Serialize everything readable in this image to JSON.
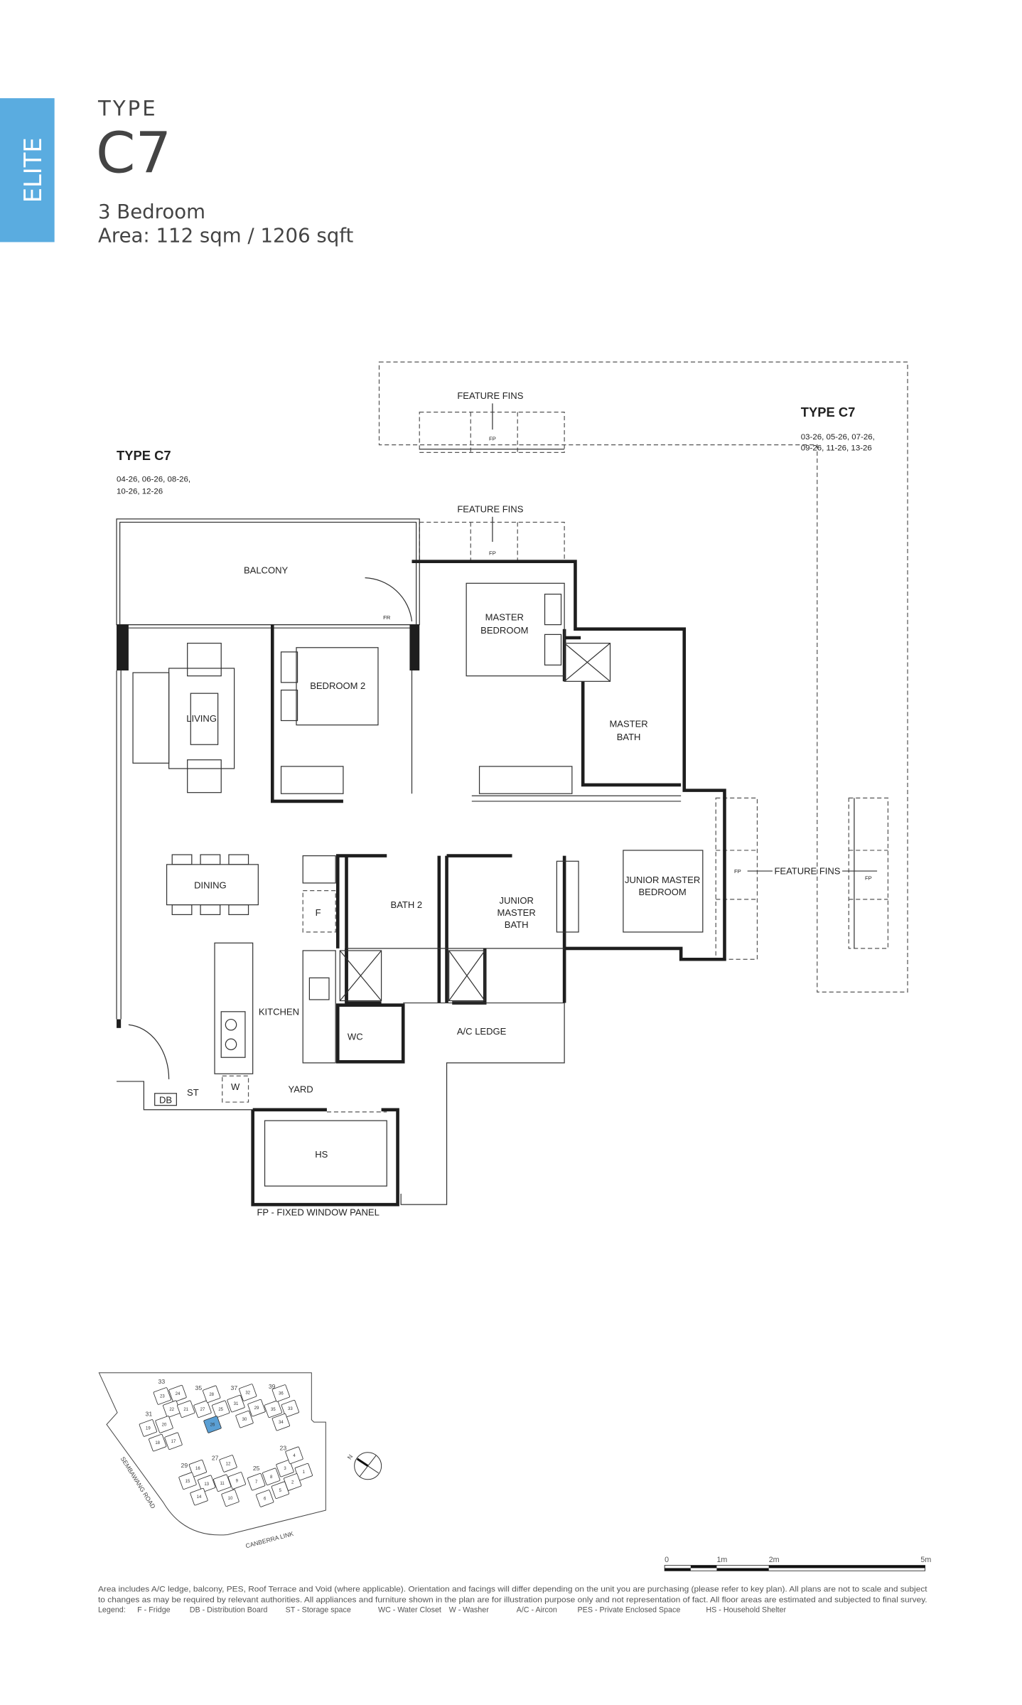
{
  "header": {
    "badge": "ELITE",
    "type_label": "TYPE",
    "type_code": "C7",
    "bedrooms": "3 Bedroom",
    "area": "Area: 112 sqm / 1206 sqft",
    "badge_color": "#5aace0"
  },
  "plan": {
    "left_type": {
      "title": "TYPE C7",
      "units_line1": "04-26, 06-26, 08-26,",
      "units_line2": "10-26, 12-26"
    },
    "right_type": {
      "title": "TYPE C7",
      "units_line1": "03-26, 05-26, 07-26,",
      "units_line2": "09-26, 11-26, 13-26"
    },
    "rooms": {
      "balcony": "BALCONY",
      "master_bedroom_1": "MASTER",
      "master_bedroom_2": "BEDROOM",
      "bedroom2": "BEDROOM 2",
      "living": "LIVING",
      "master_bath_1": "MASTER",
      "master_bath_2": "BATH",
      "dining": "DINING",
      "bath2": "BATH 2",
      "jm_bath_1": "JUNIOR",
      "jm_bath_2": "MASTER",
      "jm_bath_3": "BATH",
      "jm_bedroom_1": "JUNIOR MASTER",
      "jm_bedroom_2": "BEDROOM",
      "fridge": "F",
      "kitchen": "KITCHEN",
      "wc": "WC",
      "ac_ledge": "A/C LEDGE",
      "storage": "ST",
      "db": "DB",
      "washer": "W",
      "yard": "YARD",
      "hs": "HS",
      "fr": "FR"
    },
    "feature_fins": "FEATURE FINS",
    "fp": "FP",
    "fp_note": "FP - FIXED WINDOW PANEL"
  },
  "key_plan": {
    "roads": {
      "sembawang": "SEMBAWANG ROAD",
      "canberra": "CANBERRA LINK"
    },
    "compass": "N",
    "highlight_color": "#5a9fd4",
    "highlighted_unit": "26",
    "blocks": [
      "23",
      "24",
      "22",
      "21",
      "27",
      "28",
      "25",
      "26",
      "31",
      "32",
      "29",
      "30",
      "35",
      "36",
      "33",
      "34",
      "19",
      "20",
      "18",
      "17",
      "16",
      "15",
      "13",
      "14",
      "11",
      "12",
      "9",
      "10",
      "7",
      "8",
      "3",
      "4",
      "1",
      "2",
      "5",
      "6"
    ],
    "block_groups": [
      "33",
      "35",
      "37",
      "39",
      "31",
      "29",
      "27",
      "25",
      "23"
    ]
  },
  "scale_bar": {
    "labels": [
      "0",
      "1m",
      "2m",
      "5m"
    ],
    "max_m": 5
  },
  "footer": {
    "line1": "Area includes A/C ledge, balcony, PES, Roof Terrace and Void (where applicable). Orientation and facings will differ depending on the unit you are purchasing (please refer to key plan). All plans are not to scale and subject",
    "line2": "to changes as may be required by relevant authorities. All appliances and furniture shown in the plan are for illustration purpose only and not representation of fact. All floor areas are estimated and subjected to final survey.",
    "legend_label": "Legend:",
    "legend": [
      "F - Fridge",
      "DB - Distribution Board",
      "ST - Storage space",
      "WC - Water Closet",
      "W - Washer",
      "A/C - Aircon",
      "PES - Private Enclosed Space",
      "HS - Household Shelter"
    ]
  }
}
